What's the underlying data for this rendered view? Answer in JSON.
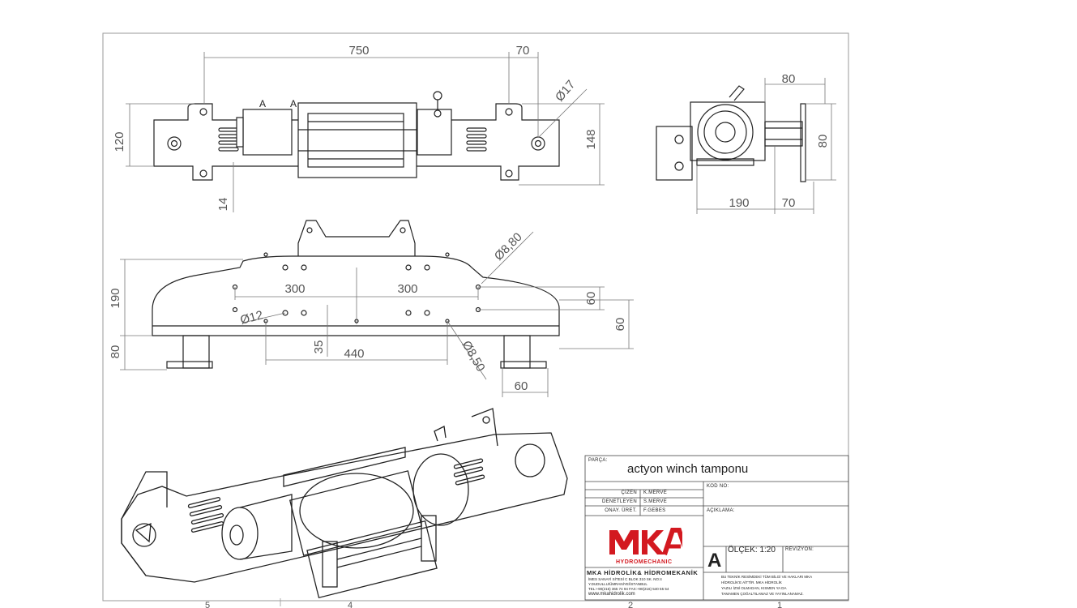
{
  "drawing": {
    "top_view": {
      "dims": {
        "len_750": "750",
        "len_70": "70",
        "dia_17": "Ø17",
        "h_120": "120",
        "h_148": "148",
        "h_14": "14",
        "sect_a1": "A",
        "sect_a2": "A"
      }
    },
    "side_view": {
      "dims": {
        "w_80": "80",
        "h_80": "80",
        "w_190": "190",
        "w_70": "70"
      }
    },
    "front_view": {
      "dims": {
        "dia_880": "Ø8,80",
        "h_190": "190",
        "s_300a": "300",
        "s_300b": "300",
        "d_60a": "60",
        "d_60b": "60",
        "dia_12": "Ø12",
        "h_80": "80",
        "v_35": "35",
        "s_440": "440",
        "dia_850": "Ø8,50",
        "w_60": "60"
      }
    },
    "zones": {
      "z5": "5",
      "z4": "4",
      "z2": "2",
      "z1": "1"
    }
  },
  "title_block": {
    "parca_label": "PARÇA:",
    "part_name": "actyon winch tamponu",
    "kod_label": "KOD NO:",
    "aciklama_label": "AÇIKLAMA:",
    "rows": [
      {
        "role": "ÇİZEN",
        "name": "K.MERVE"
      },
      {
        "role": "DENETLEYEN",
        "name": "S.MERVE"
      },
      {
        "role": "ONAY. ÜRET.",
        "name": "F.GEBES"
      }
    ],
    "size": "A",
    "scale": "ÖLÇEK: 1:20",
    "revizyon": "REVİZYON:",
    "company_logo_text": "MKA",
    "company_sub": "HYDROMECHANIC",
    "company_name": "MKA HİDROLİK& HİDROMEKANİK",
    "address_1": "İMES SANAYİ SİTESİ C BLOK 310 SK. NO:4",
    "address_2": "Y.DUDULLU/ÜMRANİYE/İSTANBUL",
    "phone": "TEL:+90(216) 365 74 94 FAX:+90(216) 540 55 54",
    "website": "www.mkahidrolik.com",
    "notice_1": "BU TEKNİK RESİMDEKİ TÜM BİLGİ VE HAKLARI MKA",
    "notice_2": "HİDROLİK'E AİTTİR. MKA HİDROLİK",
    "notice_3": "YAZILI İZNİ OLMADAN, KISMEN YA DA",
    "notice_4": "TAMAMEN ÇOĞALTILAMAZ VE YAYINLANAMAZ."
  },
  "colors": {
    "line": "#222222",
    "dim_line": "#666666",
    "logo_red": "#d31920"
  }
}
